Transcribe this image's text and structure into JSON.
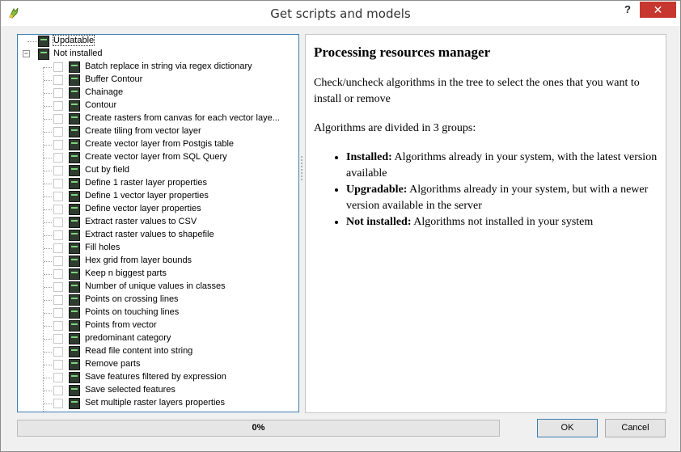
{
  "window": {
    "title": "Get scripts and models",
    "help_label": "?",
    "close_label": "✕"
  },
  "tree": {
    "groups": [
      {
        "label": "Updatable",
        "expander": ""
      },
      {
        "label": "Not installed",
        "expander": "−"
      }
    ],
    "items": [
      "Batch replace in string via regex dictionary",
      "Buffer Contour",
      "Chainage",
      "Contour",
      "Create rasters from canvas for each vector laye...",
      "Create tiling from vector layer",
      "Create vector layer from Postgis table",
      "Create vector layer from SQL Query",
      "Cut by field",
      "Define 1 raster layer properties",
      "Define 1 vector layer properties",
      "Define vector layer properties",
      "Extract raster values to CSV",
      "Extract raster values to shapefile",
      "Fill holes",
      "Hex grid from layer bounds",
      "Keep n biggest parts",
      "Number of unique values in classes",
      "Points on crossing lines",
      "Points on touching lines",
      "Points from vector",
      "predominant category",
      "Read file content into string",
      "Remove parts",
      "Save features filtered by expression",
      "Save selected features",
      "Set multiple raster layers properties"
    ]
  },
  "description": {
    "heading": "Processing resources manager",
    "para1": "Check/uncheck algorithms in the tree to select the ones that you want to install or remove",
    "para2": "Algorithms are divided in 3 groups:",
    "bullets": [
      {
        "term": "Installed:",
        "text": " Algorithms already in your system, with the latest version available"
      },
      {
        "term": "Upgradable:",
        "text": " Algorithms already in your system, but with a newer version available in the server"
      },
      {
        "term": "Not installed:",
        "text": " Algorithms not installed in your system"
      }
    ]
  },
  "progress": {
    "value": 0.0,
    "label": "0%",
    "color": "#06b025"
  },
  "buttons": {
    "ok": "OK",
    "cancel": "Cancel"
  },
  "colors": {
    "accent": "#3c7fb1",
    "close": "#c7372f"
  }
}
